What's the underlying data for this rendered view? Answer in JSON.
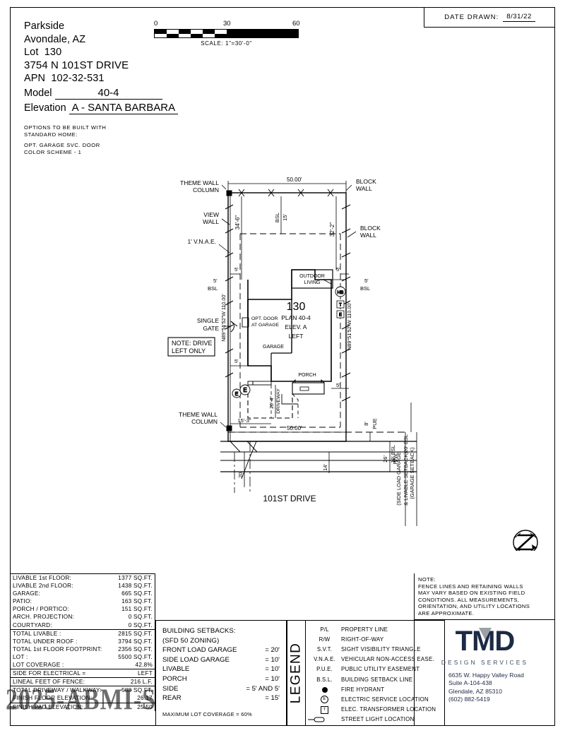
{
  "title_block": {
    "community": "Parkside",
    "city_state": "Avondale, AZ",
    "lot_label": "Lot",
    "lot_number": "130",
    "address": "3754 N 101ST DRIVE",
    "apn_label": "APN",
    "apn": "102-32-531",
    "model_label": "Model",
    "model": "40-4",
    "elevation_label": "Elevation",
    "elevation": "A - SANTA BARBARA",
    "options_header_1": "OPTIONS TO BE BUILT WITH",
    "options_header_2": "STANDARD HOME:",
    "option_1": "OPT. GARAGE SVC. DOOR",
    "option_2": "COLOR SCHEME - 1"
  },
  "scale": {
    "tick_0": "0",
    "tick_30": "30",
    "tick_60": "60",
    "caption": "SCALE:  1\"=30'-0\""
  },
  "date": {
    "label": "DATE DRAWN:",
    "value": "8/31/22"
  },
  "plan": {
    "lot_number": "130",
    "plan_name": "PLAN 40-4",
    "elevation": "ELEV. A",
    "orientation": "LEFT",
    "street_name": "101ST DRIVE",
    "labels": {
      "theme_wall_column_top": "THEME WALL\nCOLUMN",
      "theme_wall_column_top_l1": "THEME WALL",
      "theme_wall_column_top_l2": "COLUMN",
      "view_wall_l1": "VIEW",
      "view_wall_l2": "WALL",
      "vnae": "1' V.N.A.E.",
      "block_wall_l1": "BLOCK",
      "block_wall_l2": "WALL",
      "outdoor_living_l1": "OUTDOOR",
      "outdoor_living_l2": "LIVING",
      "garage": "GARAGE",
      "opt_door_l1": "OPT. DOOR",
      "opt_door_l2": "AT GARAGE",
      "porch": "PORCH",
      "driveway": "DRIVEWAY",
      "single_gate_l1": "SINGLE",
      "single_gate_l2": "GATE",
      "note_drive_l1": "NOTE: DRIVE",
      "note_drive_l2": "LEFT ONLY",
      "theme_wall_column_bot_l1": "THEME WALL",
      "theme_wall_column_bot_l2": "COLUMN"
    },
    "dimensions": {
      "front_width": "50.00'",
      "rear_width": "50.00'",
      "left_depth_dim": "34'-6\"",
      "right_depth_dim": "32'-2\"",
      "rear_bsl_num": "15'",
      "rear_bsl_text": "BSL",
      "side_bsl_left": "5'",
      "side_bsl_left_text": "BSL",
      "side_bsl_right": "5'",
      "side_bsl_right_text": "BSL",
      "side_5_a": "5'",
      "side_5_b": "5'",
      "side_5_c": "5'",
      "side_5_d": "5'",
      "bearing_left": "N89°51'52\"W 110.00'",
      "bearing_right": "N89°51'52\"W 110.00'",
      "driveway_width": "15'-3\"",
      "driveway_depth": "20'-4\"",
      "pue": "8'",
      "pue_text": "PUE",
      "rw_dim": "26'",
      "rw_text": "R/W",
      "street_dim_20": "20'",
      "street_dim_14": "14'",
      "side_load_setback_num": "10' BSL",
      "side_load_setback_text": "(SIDE LOAD GARAGE\n& LIVABLE SETBACK)",
      "side_load_setback_l1": "(SIDE LOAD GARAGE",
      "side_load_setback_l2": "& LIVABLE SETBACK)",
      "garage_setback_num": "20' BSL",
      "garage_setback_text": "(GARAGE SETBACK)"
    },
    "markers": {
      "electric": "E",
      "hydrant": "HB",
      "transformer": "T"
    }
  },
  "areas": {
    "rows": [
      {
        "label": "LIVABLE 1st FLOOR:",
        "value": "1377 SQ.FT.",
        "group": 0
      },
      {
        "label": "LIVABLE 2nd FLOOR:",
        "value": "1438 SQ.FT.",
        "group": 0
      },
      {
        "label": "GARAGE:",
        "value": "665 SQ.FT.",
        "group": 0
      },
      {
        "label": "PATIO:",
        "value": "163 SQ.FT.",
        "group": 0
      },
      {
        "label": "PORCH / PORTICO:",
        "value": "151 SQ.FT.",
        "group": 0
      },
      {
        "label": "ARCH. PROJECTION:",
        "value": "0 SQ.FT.",
        "group": 0
      },
      {
        "label": "COURTYARD:",
        "value": "0 SQ.FT.",
        "group": 0
      },
      {
        "label": "TOTAL LIVABLE :",
        "value": "2815 SQ.FT.",
        "group": 1
      },
      {
        "label": "TOTAL UNDER ROOF :",
        "value": "3794 SQ.FT.",
        "group": 0
      },
      {
        "label": "TOTAL 1st FLOOR FOOTPRINT:",
        "value": "2356 SQ.FT.",
        "group": 0
      },
      {
        "label": "LOT :",
        "value": "5500 SQ.FT.",
        "group": 0
      },
      {
        "label": "LOT COVERAGE :",
        "value": "42.8%",
        "group": 0
      },
      {
        "label": "SIDE FOR ELECTRICAL =",
        "value": "LEFT",
        "group": 1
      },
      {
        "label": "LINEAL FEET OF FENCE:",
        "value": "216 L.F.",
        "group": 1
      },
      {
        "label": "TOTAL DRIVEWAY / WALKWAY:",
        "value": "588 SQ.FT.",
        "group": 1
      },
      {
        "label": "FINISH FLOOR ELEVATION:",
        "value": "26.17",
        "group": 0
      },
      {
        "label": "FINISH PAD ELEVATION:",
        "value": "25.50",
        "group": 1
      }
    ]
  },
  "setbacks": {
    "title": "BUILDING SETBACKS:",
    "zoning": "(SFD 50 ZONING)",
    "rows": [
      {
        "label": "FRONT LOAD GARAGE",
        "value": "= 20'"
      },
      {
        "label": "SIDE LOAD GARAGE",
        "value": "= 10'"
      },
      {
        "label": "LIVABLE",
        "value": "= 10'"
      },
      {
        "label": "PORCH",
        "value": "= 10'"
      },
      {
        "label": "SIDE",
        "value": "= 5' AND 5'"
      },
      {
        "label": "REAR",
        "value": "= 15'"
      }
    ],
    "max_coverage": "MAXIMUM LOT COVERAGE = 60%"
  },
  "legend": {
    "heading": "LEGEND",
    "items": [
      {
        "symbol": "P/L",
        "symbol_kind": "text",
        "text": "PROPERTY LINE"
      },
      {
        "symbol": "R/W",
        "symbol_kind": "text",
        "text": "RIGHT-OF-WAY"
      },
      {
        "symbol": "S.V.T.",
        "symbol_kind": "text",
        "text": "SIGHT VISIBILITY TRIANGLE"
      },
      {
        "symbol": "V.N.A.E.",
        "symbol_kind": "text",
        "text": "VEHICULAR NON-ACCESS EASE."
      },
      {
        "symbol": "P.U.E.",
        "symbol_kind": "text",
        "text": "PUBLIC UTILITY EASEMENT"
      },
      {
        "symbol": "B.S.L.",
        "symbol_kind": "text",
        "text": "BUILDING SETBACK LINE"
      },
      {
        "symbol": "",
        "symbol_kind": "hydrant",
        "text": "FIRE HYDRANT"
      },
      {
        "symbol": "E",
        "symbol_kind": "circle",
        "text": "ELECTRIC SERVICE LOCATION"
      },
      {
        "symbol": "T",
        "symbol_kind": "square",
        "text": "ELEC. TRANSFORMER LOCATION"
      },
      {
        "symbol": "",
        "symbol_kind": "streetlight",
        "text": "STREET LIGHT LOCATION"
      }
    ]
  },
  "note": {
    "heading": "NOTE:",
    "lines": [
      "FENCE LINES AND RETAINING WALLS",
      "MAY VARY BASED ON EXISTING FIELD",
      "CONDITIONS.   ALL MEASUREMENTS,",
      "ORIENTATION, AND UTILITY LOCATIONS",
      "ARE APPROXIMATE."
    ]
  },
  "company": {
    "logo_text": "TMD",
    "tagline": "DESIGN SERVICES",
    "address_line1": "6635 W. Happy Valley Road",
    "address_line2": "Suite A-104-438",
    "address_line3": "Glendale, AZ 85310",
    "phone": "(602) 882-5419"
  },
  "watermark": {
    "text": "2025-ABMI-S"
  },
  "compass": {
    "letter": "Z"
  },
  "colors": {
    "ink": "#000000",
    "logo_navy": "#1d2a44",
    "logo_grey": "#9aa0a6",
    "paper": "#ffffff"
  }
}
